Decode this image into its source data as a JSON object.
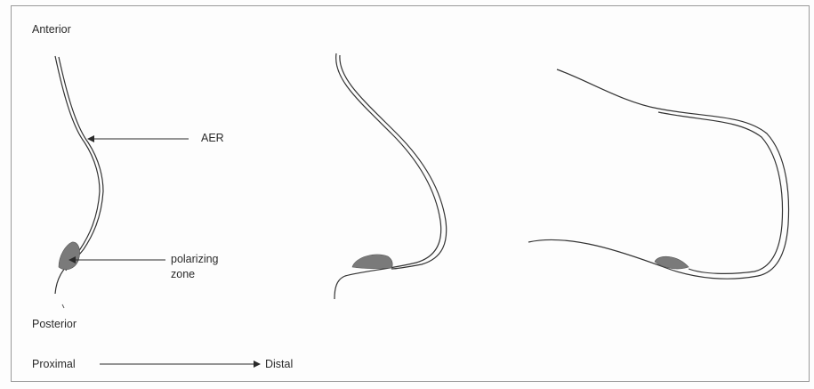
{
  "labels": {
    "anterior": "Anterior",
    "aer": "AER",
    "polarizing_zone_line1": "polarizing",
    "polarizing_zone_line2": "zone",
    "posterior": "Posterior",
    "proximal": "Proximal",
    "distal": "Distal"
  },
  "colors": {
    "background": "#fdfdfd",
    "line": "#333333",
    "polarizing_zone_fill": "#7a7a7a",
    "border": "#9a9a9a"
  }
}
